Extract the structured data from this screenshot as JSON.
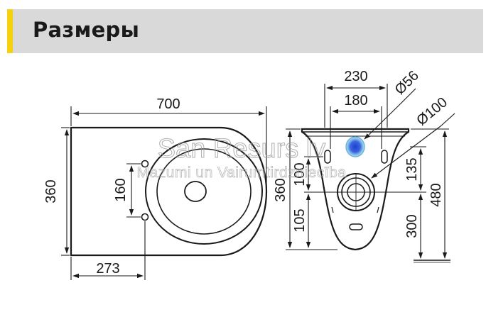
{
  "header": {
    "title": "Размеры"
  },
  "colors": {
    "accent": "#f5d20d",
    "header_bg": "#d9d9d9",
    "line": "#1a1a1a"
  },
  "watermark": {
    "brand": "San Resurs lv",
    "tagline": "Mazumi un Vairumtirdzniecība"
  },
  "top_view": {
    "width_label": "700",
    "depth_label": "360",
    "hole_spacing_label": "160",
    "hole_offset_label": "273"
  },
  "front_view": {
    "top_width_label": "230",
    "inner_width_label": "180",
    "pipe_small_label": "Ø56",
    "pipe_large_label": "Ø100",
    "height_label": "360",
    "height_upper_label": "100",
    "height_lower_label": "105",
    "right_upper_label": "135",
    "total_height_label": "480",
    "floor_height_label": "300"
  }
}
